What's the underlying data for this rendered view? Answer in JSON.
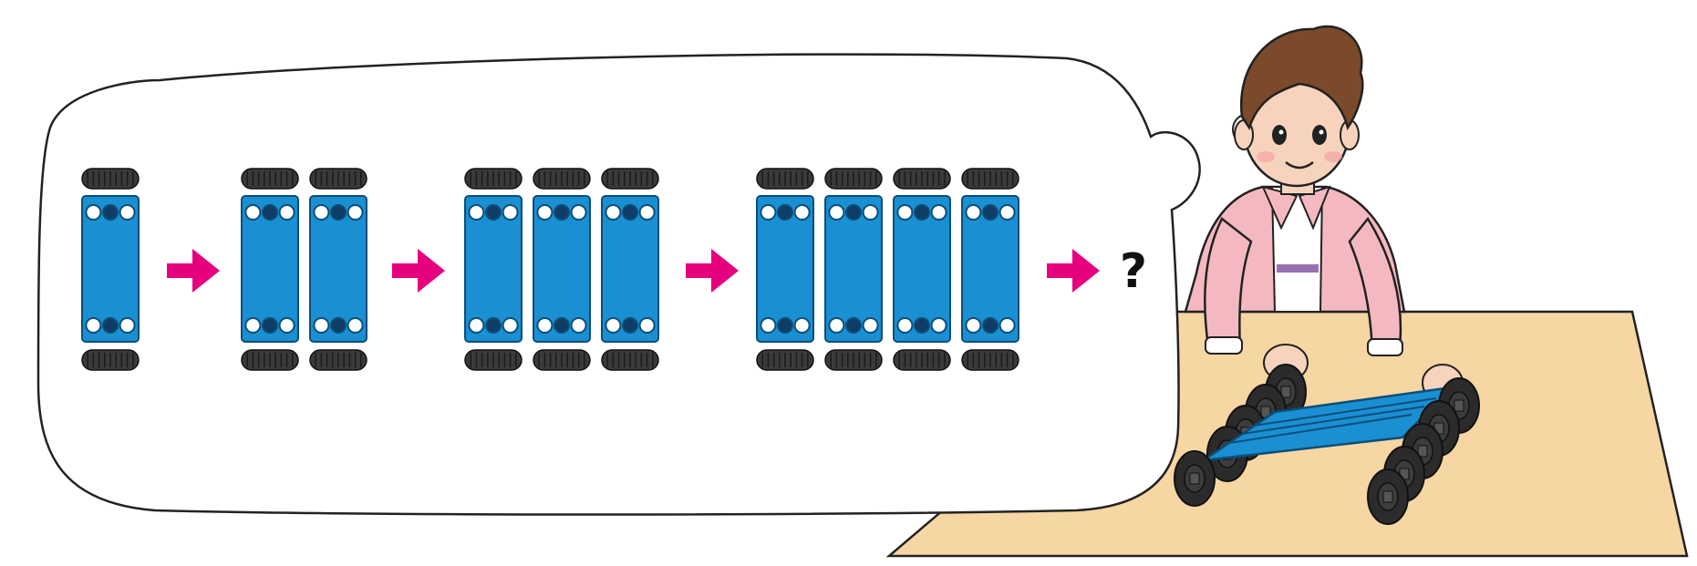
{
  "sequence": {
    "stage_counts": [
      1,
      2,
      3,
      4
    ],
    "next_marker": "?"
  },
  "colors": {
    "panel_blue": "#1a8fd1",
    "panel_outline": "#0b4e7a",
    "hole_dark": "#0f3d66",
    "wheel_dark": "#3a3a3a",
    "arrow_magenta": "#e6007e",
    "table_top": "#f6d6a2",
    "shirt_pink": "#f4b9c0"
  },
  "icons": {
    "arrow": "right-arrow-icon",
    "thought_bubble": "speech-bubble",
    "character": "boy-figure"
  }
}
